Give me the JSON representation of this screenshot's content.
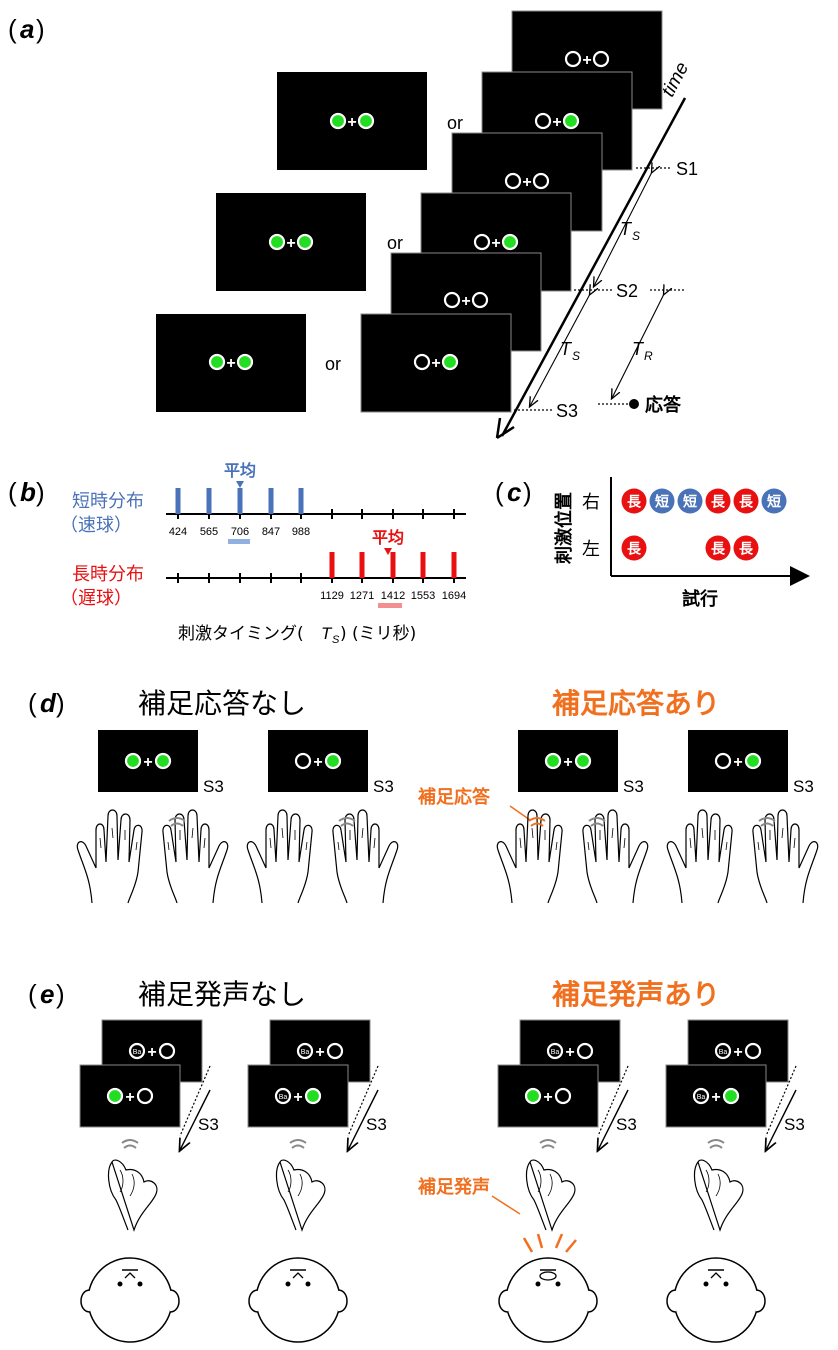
{
  "panel_a": {
    "label": "a",
    "time_label": "time",
    "or_label": "or",
    "s1": "S1",
    "s2": "S2",
    "s3": "S3",
    "ts": "T",
    "ts_sub": "S",
    "tr": "T",
    "tr_sub": "R",
    "response": "応答"
  },
  "panel_b": {
    "label": "b",
    "short_title_1": "短時分布",
    "short_title_2": "（速球）",
    "long_title_1": "長時分布",
    "long_title_2": "（遅球）",
    "short_mean": "平均",
    "long_mean": "平均",
    "short_values": [
      "424",
      "565",
      "706",
      "847",
      "988"
    ],
    "long_values": [
      "1129",
      "1271",
      "1412",
      "1553",
      "1694"
    ],
    "xlabel_pre": "刺激タイミング(",
    "xlabel_T": "T",
    "xlabel_sub": "S",
    "xlabel_post": ") (ミリ秒)",
    "colors": {
      "short": "#4a72b8",
      "long": "#e81010"
    }
  },
  "panel_c": {
    "label": "c",
    "ylabel": "刺激位置",
    "right": "右",
    "left": "左",
    "xlabel": "試行",
    "long_char": "長",
    "short_char": "短",
    "right_row": [
      "長",
      "短",
      "短",
      "長",
      "長",
      "短"
    ],
    "left_row": [
      "長",
      "",
      "",
      "長",
      "長",
      ""
    ]
  },
  "panel_d": {
    "label": "d",
    "title_no": "補足応答なし",
    "title_yes": "補足応答あり",
    "s3": "S3",
    "annotation": "補足応答"
  },
  "panel_e": {
    "label": "e",
    "title_no": "補足発声なし",
    "title_yes": "補足発声あり",
    "s3": "S3",
    "ba": "Ba",
    "annotation": "補足発声"
  },
  "colors": {
    "accent": "#f07020",
    "green": "#22dd22",
    "screen": "#000000"
  }
}
